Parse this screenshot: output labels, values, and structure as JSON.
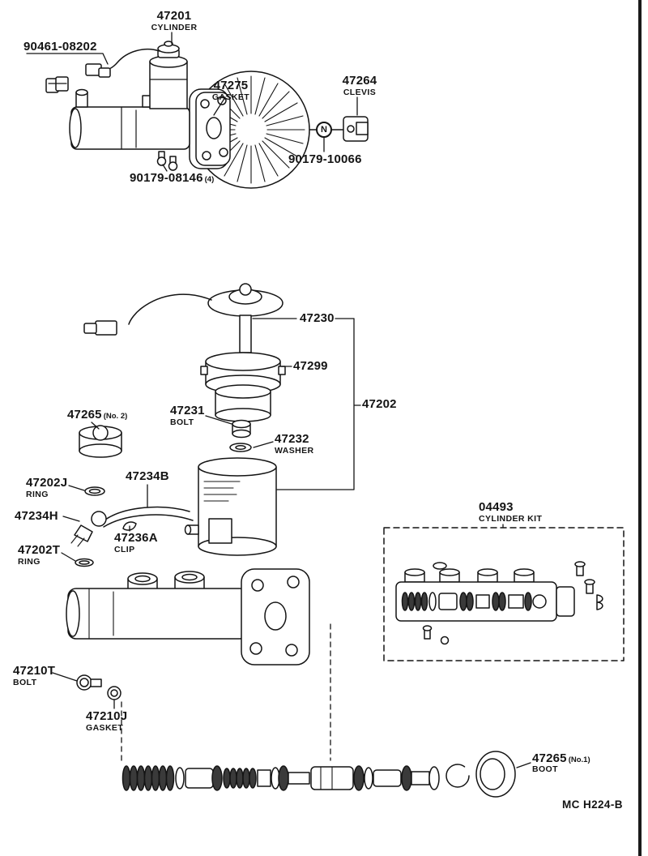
{
  "page": {
    "background": "#ffffff",
    "ink_color": "#141414",
    "footer_code": "MC H224-B"
  },
  "callout": {
    "booster_nut_marker": "N"
  },
  "labels": {
    "l47201": {
      "part": "47201",
      "desc": "CYLINDER"
    },
    "l90461": {
      "part": "90461-08202"
    },
    "l47275": {
      "part": "47275",
      "desc": "GASKET"
    },
    "l47264": {
      "part": "47264",
      "desc": "CLEVIS"
    },
    "l90179a": {
      "part": "90179-10066"
    },
    "l90179b": {
      "part": "90179-08146",
      "suffix": "(4)"
    },
    "l47230": {
      "part": "47230"
    },
    "l47299": {
      "part": "47299"
    },
    "l47202": {
      "part": "47202"
    },
    "l47265b": {
      "part": "47265",
      "suffix": "(No. 2)"
    },
    "l47231": {
      "part": "47231",
      "desc": "BOLT"
    },
    "l47232": {
      "part": "47232",
      "desc": "WASHER"
    },
    "l47202j": {
      "part": "47202J",
      "desc": "RING"
    },
    "l47234b": {
      "part": "47234B"
    },
    "l47234h": {
      "part": "47234H"
    },
    "l47236a": {
      "part": "47236A",
      "desc": "CLIP"
    },
    "l47202t": {
      "part": "47202T",
      "desc": "RING"
    },
    "l04493": {
      "part": "04493",
      "desc": "CYLINDER KIT"
    },
    "l47210t": {
      "part": "47210T",
      "desc": "BOLT"
    },
    "l47210j": {
      "part": "47210J",
      "desc": "GASKET"
    },
    "l47265a": {
      "part": "47265",
      "suffix": "(No.1)",
      "desc": "BOOT"
    }
  }
}
